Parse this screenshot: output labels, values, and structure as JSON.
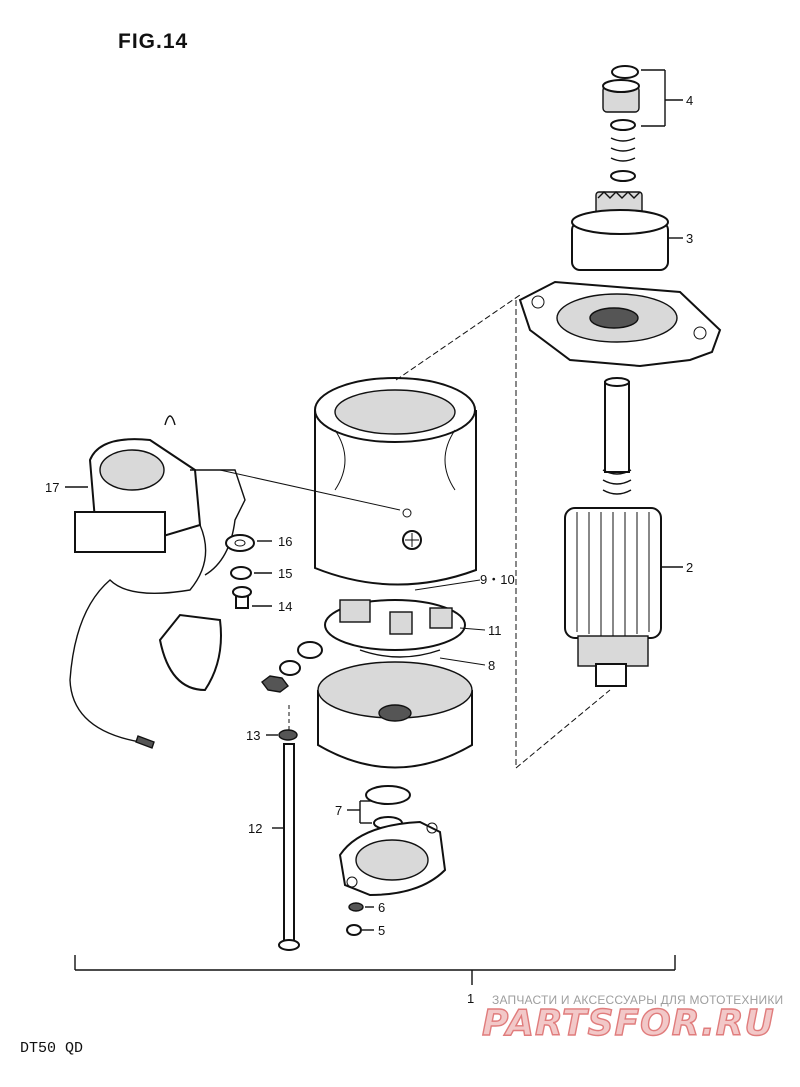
{
  "figure": {
    "title": "FIG.14",
    "model": "DT50 QD"
  },
  "callouts": {
    "p1": "1",
    "p2": "2",
    "p3": "3",
    "p4": "4",
    "p5": "5",
    "p6": "6",
    "p7": "7",
    "p8": "8",
    "p9_10": "9・10",
    "p11": "11",
    "p12": "12",
    "p13": "13",
    "p14": "14",
    "p15": "15",
    "p16": "16",
    "p17": "17"
  },
  "watermark": {
    "caption": "ЗАПЧАСТИ И АКСЕССУАРЫ ДЛЯ МОТОТЕХНИКИ",
    "logo": "PARTSFOR.RU"
  }
}
